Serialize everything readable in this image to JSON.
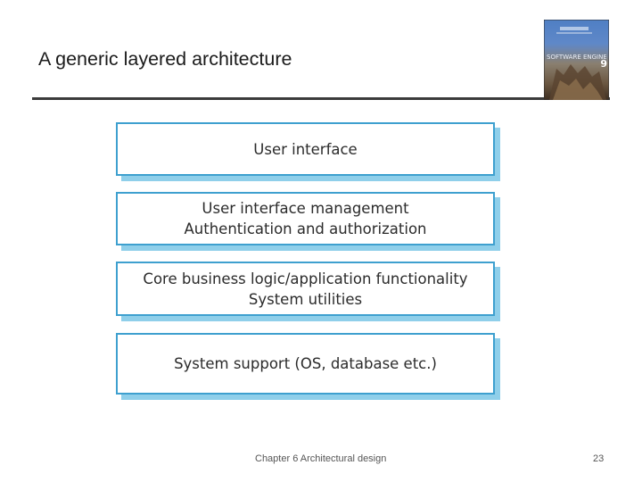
{
  "slide": {
    "title": "A generic layered architecture",
    "footer": "Chapter 6 Architectural design",
    "page_number": "23"
  },
  "book_cover": {
    "title_text": "SOFTWARE ENGINEERING",
    "edition": "9"
  },
  "layers": [
    {
      "lines": [
        "User interface"
      ]
    },
    {
      "lines": [
        "User interface management",
        "Authentication and authorization"
      ]
    },
    {
      "lines": [
        "Core business logic/application functionality",
        "System utilities"
      ]
    },
    {
      "lines": [
        "System support (OS, database etc.)"
      ]
    }
  ],
  "colors": {
    "layer_border": "#3ea0cf",
    "layer_shadow": "#8fcfea",
    "title_rule": "#3b3b3b"
  }
}
